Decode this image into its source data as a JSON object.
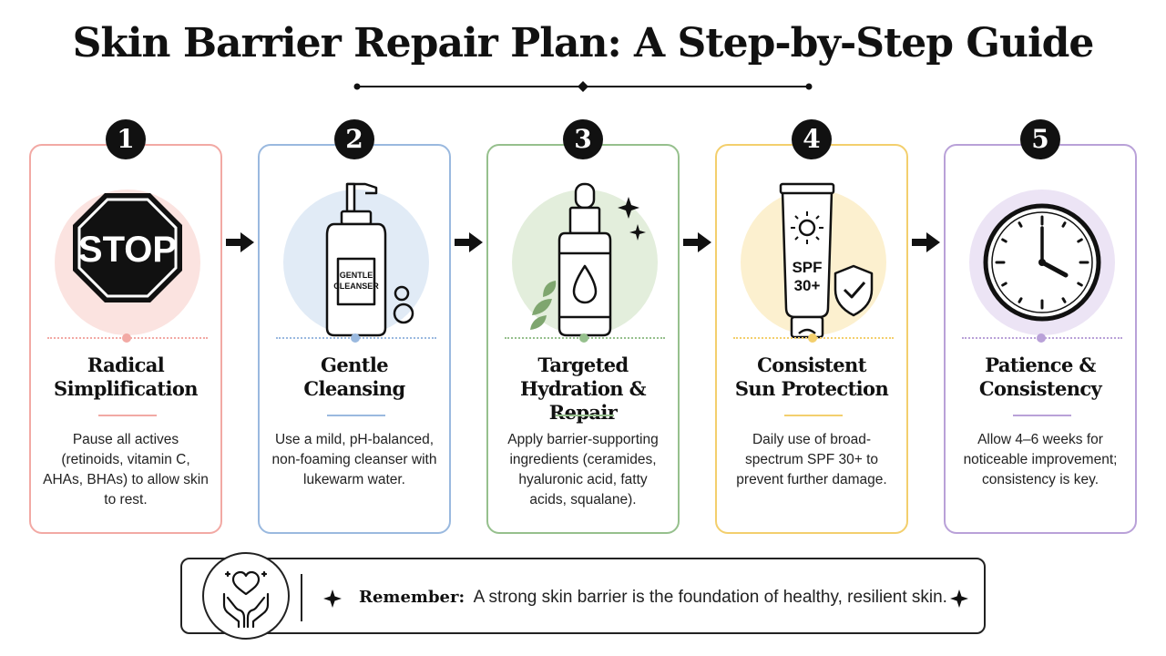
{
  "title": "Skin Barrier Repair Plan: A Step-by-Step Guide",
  "steps": [
    {
      "number": "1",
      "title_line1": "Radical",
      "title_line2": "Simplification",
      "description": "Pause all actives (retinoids, vitamin C, AHAs, BHAs) to allow skin to rest.",
      "icon": "stop-sign-icon",
      "stop_text": "STOP",
      "color": "#f2a9a4",
      "halo": "#fbe3e0"
    },
    {
      "number": "2",
      "title_line1": "Gentle",
      "title_line2": "Cleansing",
      "description": "Use a mild, pH-balanced, non-foaming cleanser with lukewarm water.",
      "icon": "cleanser-bottle-icon",
      "label_line1": "GENTLE",
      "label_line2": "CLEANSER",
      "color": "#9ab9df",
      "halo": "#e1ebf6"
    },
    {
      "number": "3",
      "title_line1": "Targeted",
      "title_line2": "Hydration & Repair",
      "description": "Apply barrier-supporting ingredients (ceramides, hyaluronic acid, fatty acids, squalane).",
      "icon": "serum-dropper-icon",
      "color": "#96c08d",
      "halo": "#e3eedc"
    },
    {
      "number": "4",
      "title_line1": "Consistent",
      "title_line2": "Sun Protection",
      "description": "Daily use of broad-spectrum SPF 30+ to prevent further damage.",
      "icon": "sunscreen-tube-icon",
      "spf_line1": "SPF",
      "spf_line2": "30+",
      "color": "#f3cf6d",
      "halo": "#fcf0cf"
    },
    {
      "number": "5",
      "title_line1": "Patience &",
      "title_line2": "Consistency",
      "description": "Allow 4–6 weeks for noticeable improvement; consistency is key.",
      "icon": "clock-icon",
      "color": "#b9a1d8",
      "halo": "#ece4f5"
    }
  ],
  "banner": {
    "label": "Remember:",
    "text": "A strong skin barrier is the foundation of healthy, resilient skin.",
    "icon": "heart-in-hands-icon"
  }
}
